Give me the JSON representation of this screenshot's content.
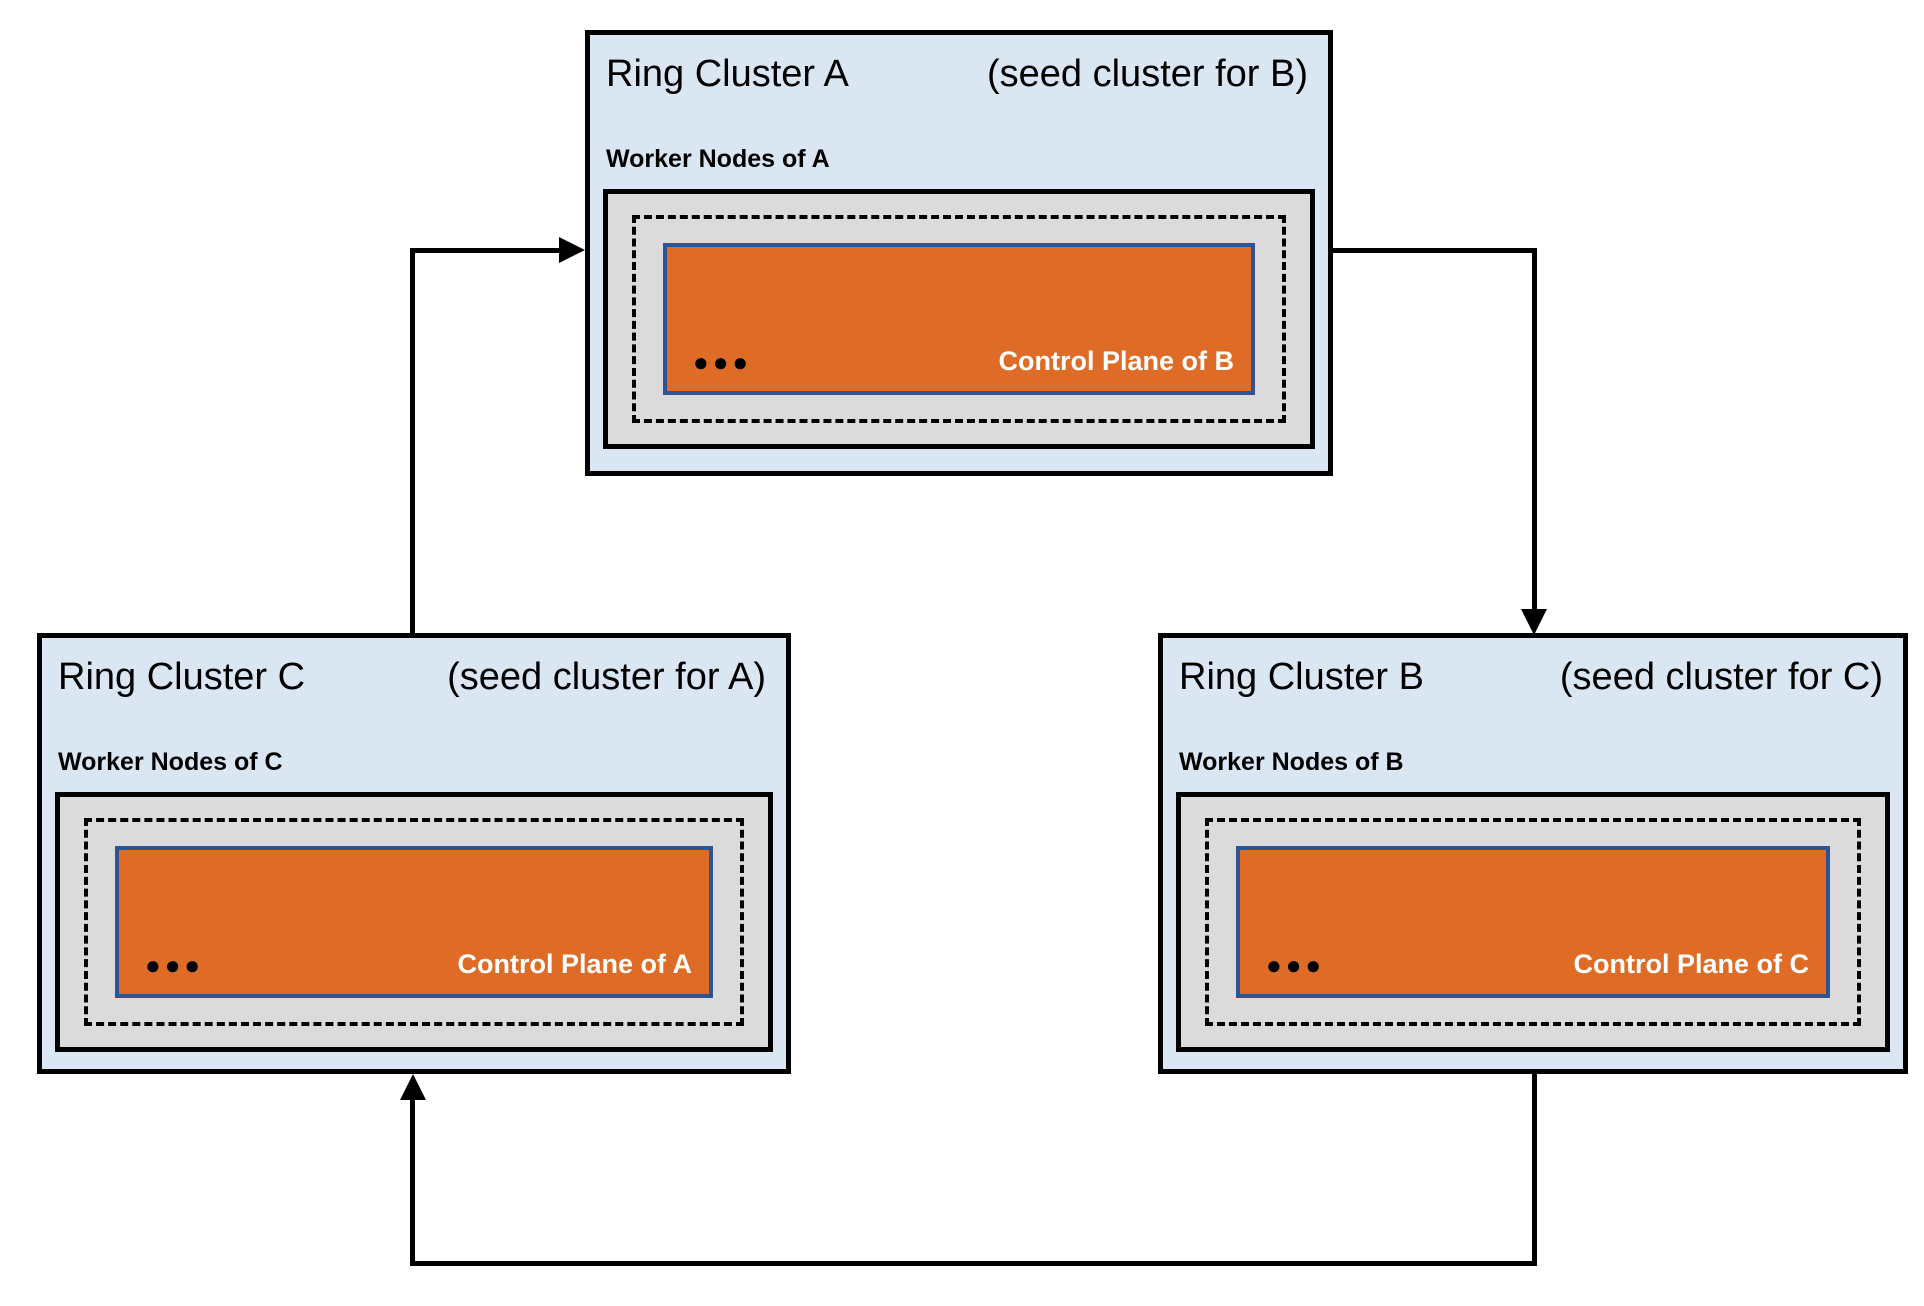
{
  "colors": {
    "cluster_fill": "#dbe6f3",
    "worker_box_fill": "#dbdbdb",
    "control_plane_fill": "#df6c26",
    "control_plane_border": "#2f5496",
    "control_plane_text": "#ffffff",
    "title_text": "#000000",
    "outline": "#000000"
  },
  "clusters": [
    {
      "id": "A",
      "title": "Ring Cluster A",
      "subtitle": "(seed cluster for B)",
      "worker_nodes_label": "Worker Nodes of A",
      "control_plane_label": "Control Plane of B",
      "ellipsis": "●●●"
    },
    {
      "id": "B",
      "title": "Ring Cluster B",
      "subtitle": "(seed cluster for C)",
      "worker_nodes_label": "Worker Nodes of B",
      "control_plane_label": "Control Plane of C",
      "ellipsis": "●●●"
    },
    {
      "id": "C",
      "title": "Ring Cluster C",
      "subtitle": "(seed cluster for A)",
      "worker_nodes_label": "Worker Nodes of C",
      "control_plane_label": "Control Plane of A",
      "ellipsis": "●●●"
    }
  ],
  "arrows": [
    {
      "from": "Ring Cluster C",
      "to": "Ring Cluster A"
    },
    {
      "from": "Ring Cluster A",
      "to": "Ring Cluster B"
    },
    {
      "from": "Ring Cluster B",
      "to": "Ring Cluster C"
    }
  ]
}
